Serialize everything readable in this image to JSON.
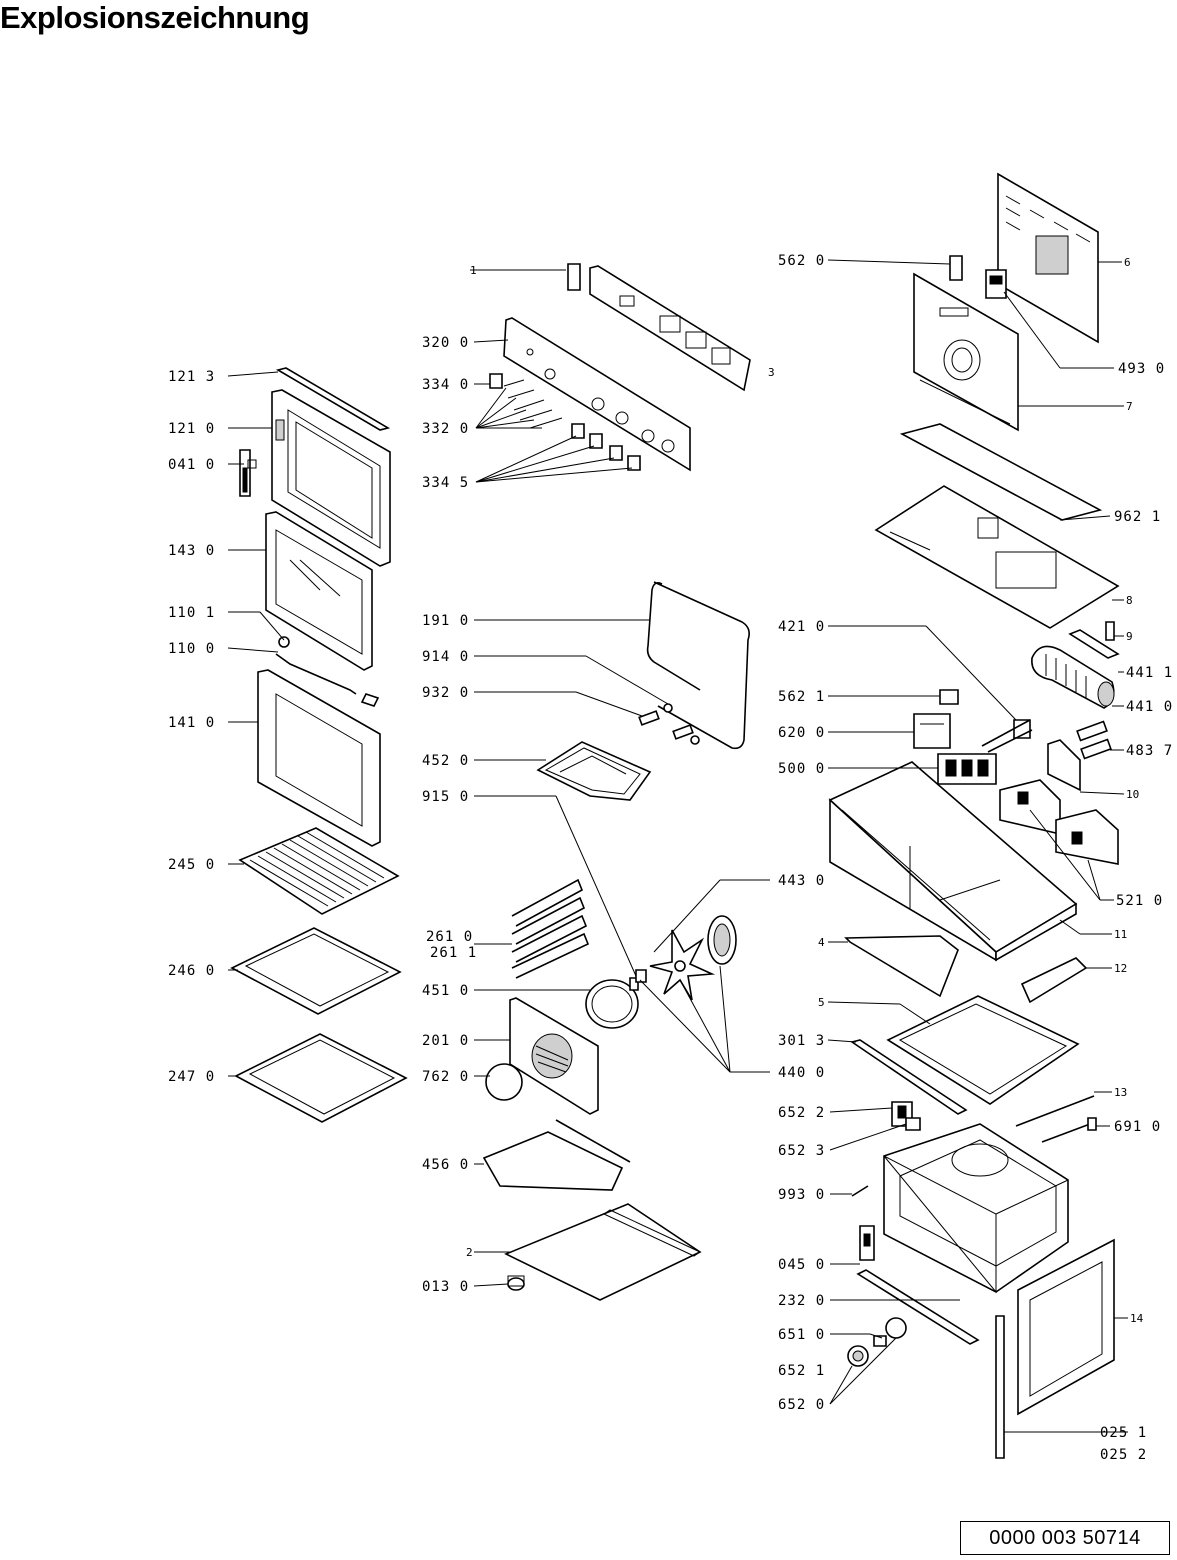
{
  "title": "Explosionszeichnung",
  "doc_code": "0000 003 50714",
  "labels": {
    "l1213": "121 3",
    "l1210": "121 0",
    "l0410": "041 0",
    "l1430": "143 0",
    "l1101": "110 1",
    "l1100": "110 0",
    "l1410": "141 0",
    "l2450": "245 0",
    "l2460": "246 0",
    "l2470": "247 0",
    "l3200": "320 0",
    "l3340": "334 0",
    "l3320": "332 0",
    "l3345": "334 5",
    "l1910": "191 0",
    "l9140": "914 0",
    "l9320": "932 0",
    "l4520": "452 0",
    "l9150": "915 0",
    "l2610": "261 0",
    "l2611": "261 1",
    "l4510": "451 0",
    "l2010": "201 0",
    "l7620": "762 0",
    "l4560": "456 0",
    "l0130": "013 0",
    "l5620": "562 0",
    "l4930": "493 0",
    "l9621": "962 1",
    "l4210": "421 0",
    "l4411": "441 1",
    "l5621": "562 1",
    "l4410": "441 0",
    "l6200": "620 0",
    "l4837": "483 7",
    "l5000": "500 0",
    "l5210": "521 0",
    "l4430": "443 0",
    "l3013": "301 3",
    "l4400": "440 0",
    "l6522": "652 2",
    "l6523": "652 3",
    "l6910": "691 0",
    "l9930": "993 0",
    "l0450": "045 0",
    "l2320": "232 0",
    "l6510": "651 0",
    "l6521": "652 1",
    "l6520": "652 0",
    "l0251": "025 1",
    "l0252": "025 2",
    "n1": "1",
    "n2": "2",
    "n3": "3",
    "n4": "4",
    "n5": "5",
    "n6": "6",
    "n7": "7",
    "n8": "8",
    "n9": "9",
    "n10": "10",
    "n11": "11",
    "n12": "12",
    "n13": "13",
    "n14": "14"
  }
}
